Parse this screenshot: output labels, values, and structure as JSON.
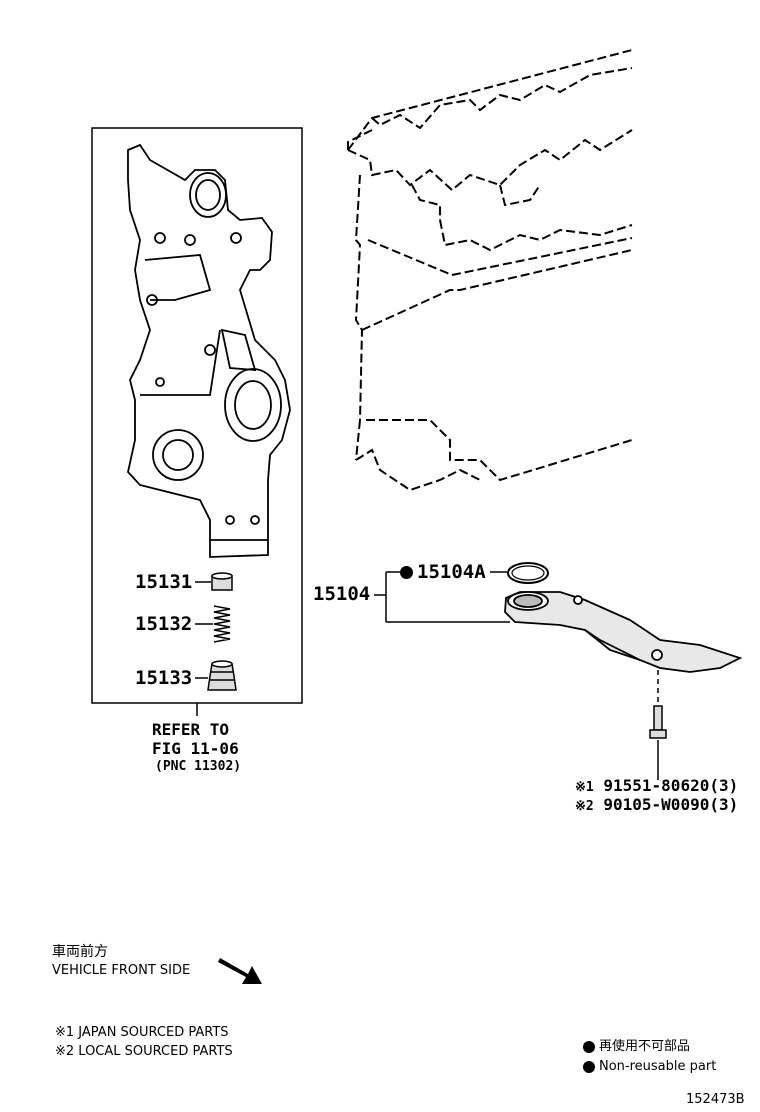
{
  "parts": {
    "p15131": "15131",
    "p15132": "15132",
    "p15133": "15133",
    "p15104": "15104",
    "p15104A": "15104A"
  },
  "refer": {
    "line1": "REFER TO",
    "line2": "FIG 11-06",
    "line3": "(PNC 11302)"
  },
  "bolts": {
    "bolt1_mark": "※1",
    "bolt1_number": "91551-80620(3)",
    "bolt2_mark": "※2",
    "bolt2_number": "90105-W0090(3)"
  },
  "front": {
    "japanese": "車両前方",
    "english": "VEHICLE FRONT SIDE"
  },
  "footnotes": {
    "note1": "※1 JAPAN SOURCED PARTS",
    "note2": "※2 LOCAL SOURCED PARTS"
  },
  "legend": {
    "japanese": "再使用不可部品",
    "english": "Non-reusable part"
  },
  "figure_id": "152473B",
  "colors": {
    "ink": "#000000",
    "background": "#ffffff"
  }
}
